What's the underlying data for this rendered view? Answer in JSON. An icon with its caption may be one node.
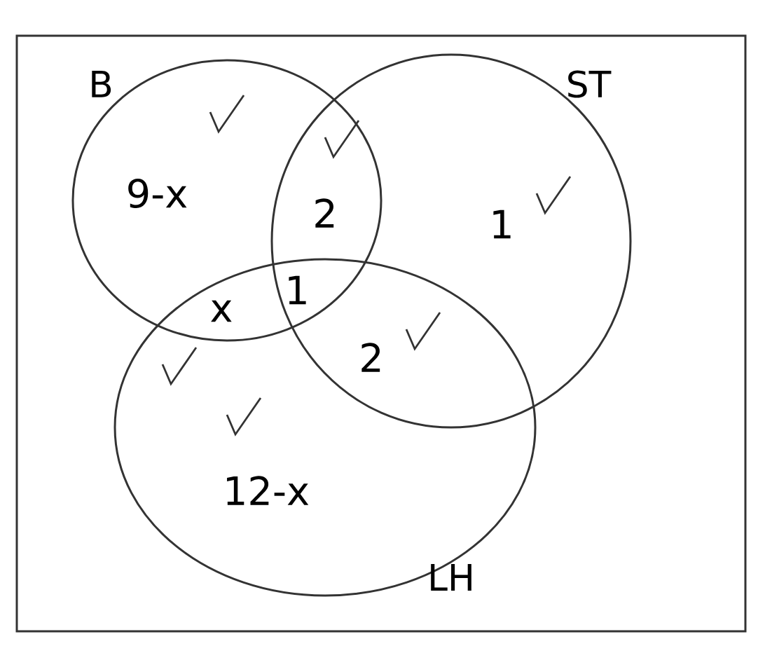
{
  "diagram": {
    "nodes": [
      {
        "text": [],
        "shape": "box"
      },
      {
        "text": [
          "B"
        ],
        "in": 0
      },
      {
        "text": [
          "ST"
        ],
        "in": 0
      },
      {
        "text": [
          "LH"
        ],
        "in": 0
      }
    ],
    "labels": [
      "9-x",
      "2",
      "1",
      "x",
      "1",
      "2",
      "12-x"
    ]
  }
}
